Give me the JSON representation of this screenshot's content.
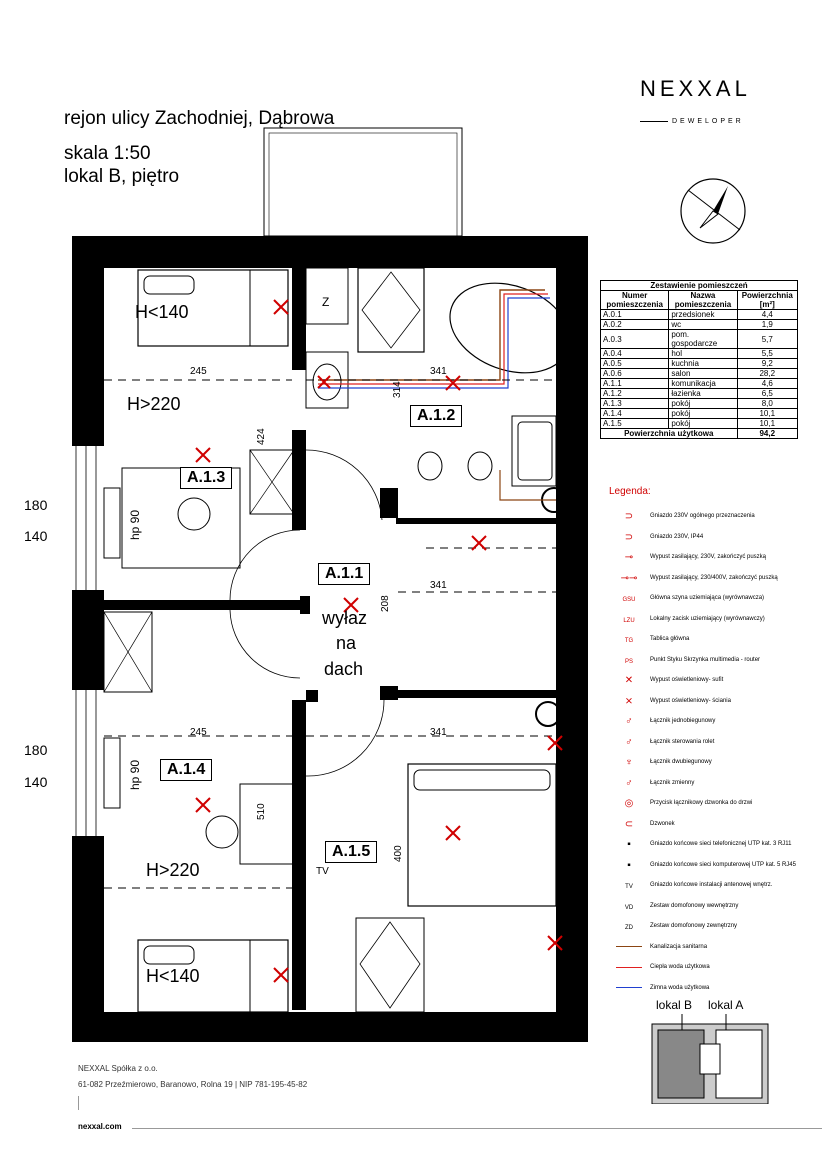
{
  "header": {
    "location": "rejon ulicy Zachodniej, Dąbrowa",
    "scale": "skala 1:50",
    "unit": "lokal B, piętro"
  },
  "logo": {
    "name": "NEXXAL",
    "tagline": "DEWELOPER"
  },
  "plan": {
    "rooms": {
      "a12": "A.1.2",
      "a13": "A.1.3",
      "a11": "A.1.1",
      "a14": "A.1.4",
      "a15": "A.1.5"
    },
    "texts": {
      "h140_top": "H<140",
      "h220_top": "H>220",
      "hp90_top": "hp 90",
      "roof_exit_1": "wyłaz",
      "roof_exit_2": "na",
      "roof_exit_3": "dach",
      "hp90_bottom": "hp 90",
      "h220_bottom": "H>220",
      "h140_bottom": "H<140",
      "tv": "TV"
    },
    "dims": {
      "d245_top": "245",
      "d341_top": "341",
      "d314": "314",
      "d424": "424",
      "d341_mid": "341",
      "d208": "208",
      "d245_bottom": "245",
      "d341_bottom": "341",
      "d510": "510",
      "d400": "400"
    },
    "side_dims": {
      "s180_a": "180",
      "s140_a": "140",
      "s180_b": "180",
      "s140_b": "140"
    }
  },
  "rooms_table": {
    "caption": "Zestawienie pomieszczeń",
    "headers": [
      "Numer pomieszczenia",
      "Nazwa pomieszczenia",
      "Powierzchnia [m²]"
    ],
    "rows": [
      [
        "A.0.1",
        "przedsionek",
        "4,4"
      ],
      [
        "A.0.2",
        "wc",
        "1,9"
      ],
      [
        "A.0.3",
        "pom. gospodarcze",
        "5,7"
      ],
      [
        "A.0.4",
        "hol",
        "5,5"
      ],
      [
        "A.0.5",
        "kuchnia",
        "9,2"
      ],
      [
        "A.0.6",
        "salon",
        "28,2"
      ],
      [
        "A.1.1",
        "komunikacja",
        "4,6"
      ],
      [
        "A.1.2",
        "łazienka",
        "6,5"
      ],
      [
        "A.1.3",
        "pokój",
        "8,0"
      ],
      [
        "A.1.4",
        "pokój",
        "10,1"
      ],
      [
        "A.1.5",
        "pokój",
        "10,1"
      ]
    ],
    "total_label": "Powierzchnia użytkowa",
    "total_value": "94,2"
  },
  "legend": {
    "title": "Legenda:",
    "items": [
      {
        "icon": "socket-icon",
        "text": "Gniazdo 230V ogólnego przeznaczenia"
      },
      {
        "icon": "socket-ip44-icon",
        "text": "Gniazdo 230V, IP44"
      },
      {
        "icon": "supply-outlet-icon",
        "text": "Wypust zasilający, 230V, zakończyć puszką"
      },
      {
        "icon": "supply-outlet-400-icon",
        "text": "Wypust zasilający, 230/400V, zakończyć puszką"
      },
      {
        "icon": "gsu-icon",
        "text": "Główna szyna uziemiająca (wyrównawcza)"
      },
      {
        "icon": "lzu-icon",
        "text": "Lokalny zacisk uziemiający (wyrównawczy)"
      },
      {
        "icon": "tg-icon",
        "text": "Tablica główna"
      },
      {
        "icon": "ps-icon",
        "text": "Punkt Styku Skrzynka multimedia - router"
      },
      {
        "icon": "ceiling-light-icon",
        "text": "Wypust oświetleniowy- sufit"
      },
      {
        "icon": "wall-light-icon",
        "text": "Wypust oświetleniowy- ściania"
      },
      {
        "icon": "single-switch-icon",
        "text": "Łącznik jednobiegunowy"
      },
      {
        "icon": "blind-switch-icon",
        "text": "Łącznik sterowania rolet"
      },
      {
        "icon": "double-switch-icon",
        "text": "Łącznik dwubiegunowy"
      },
      {
        "icon": "two-way-switch-icon",
        "text": "Łącznik zmienny"
      },
      {
        "icon": "doorbell-button-icon",
        "text": "Przycisk łącznikowy dzwonka do drzwi"
      },
      {
        "icon": "bell-icon",
        "text": "Dzwonek"
      },
      {
        "icon": "phone-socket-icon",
        "text": "Gniazdo końcowe sieci telefonicznej UTP kat. 3 RJ11"
      },
      {
        "icon": "network-socket-icon",
        "text": "Gniazdo końcowe sieci komputerowej UTP kat. 5 RJ45"
      },
      {
        "icon": "tv-socket-icon",
        "text": "Gniazdo końcowe instalacji antenowej wnętrz."
      },
      {
        "icon": "intercom-inside-icon",
        "text": "Zestaw domofonowy wewnętrzny"
      },
      {
        "icon": "intercom-outside-icon",
        "text": "Zestaw domofonowy zewnętrzny"
      },
      {
        "icon": "sewer-line-icon",
        "text": "Kanalizacja sanitarna"
      },
      {
        "icon": "hot-water-line-icon",
        "text": "Ciepła woda użytkowa"
      },
      {
        "icon": "cold-water-line-icon",
        "text": "Zimna woda użytkowa"
      }
    ],
    "symbols": {
      "gsu": "GSU",
      "lzu": "LZU",
      "tg": "TG",
      "ps": "PS",
      "tv": "TV",
      "vd": "VD",
      "zd": "ZD"
    }
  },
  "key_plan": {
    "unit_b": "lokal B",
    "unit_a": "lokal A"
  },
  "footer": {
    "company": "NEXXAL Spółka z o.o.",
    "address": "61-082 Przeźmierowo, Baranowo, Rolna 19 | NIP 781-195-45-82",
    "website": "nexxal.com"
  },
  "colors": {
    "symbol": "#d00000",
    "sewer": "#8b4513",
    "hot_water": "#e02020",
    "cold_water": "#2040d0",
    "wall": "#000000"
  }
}
